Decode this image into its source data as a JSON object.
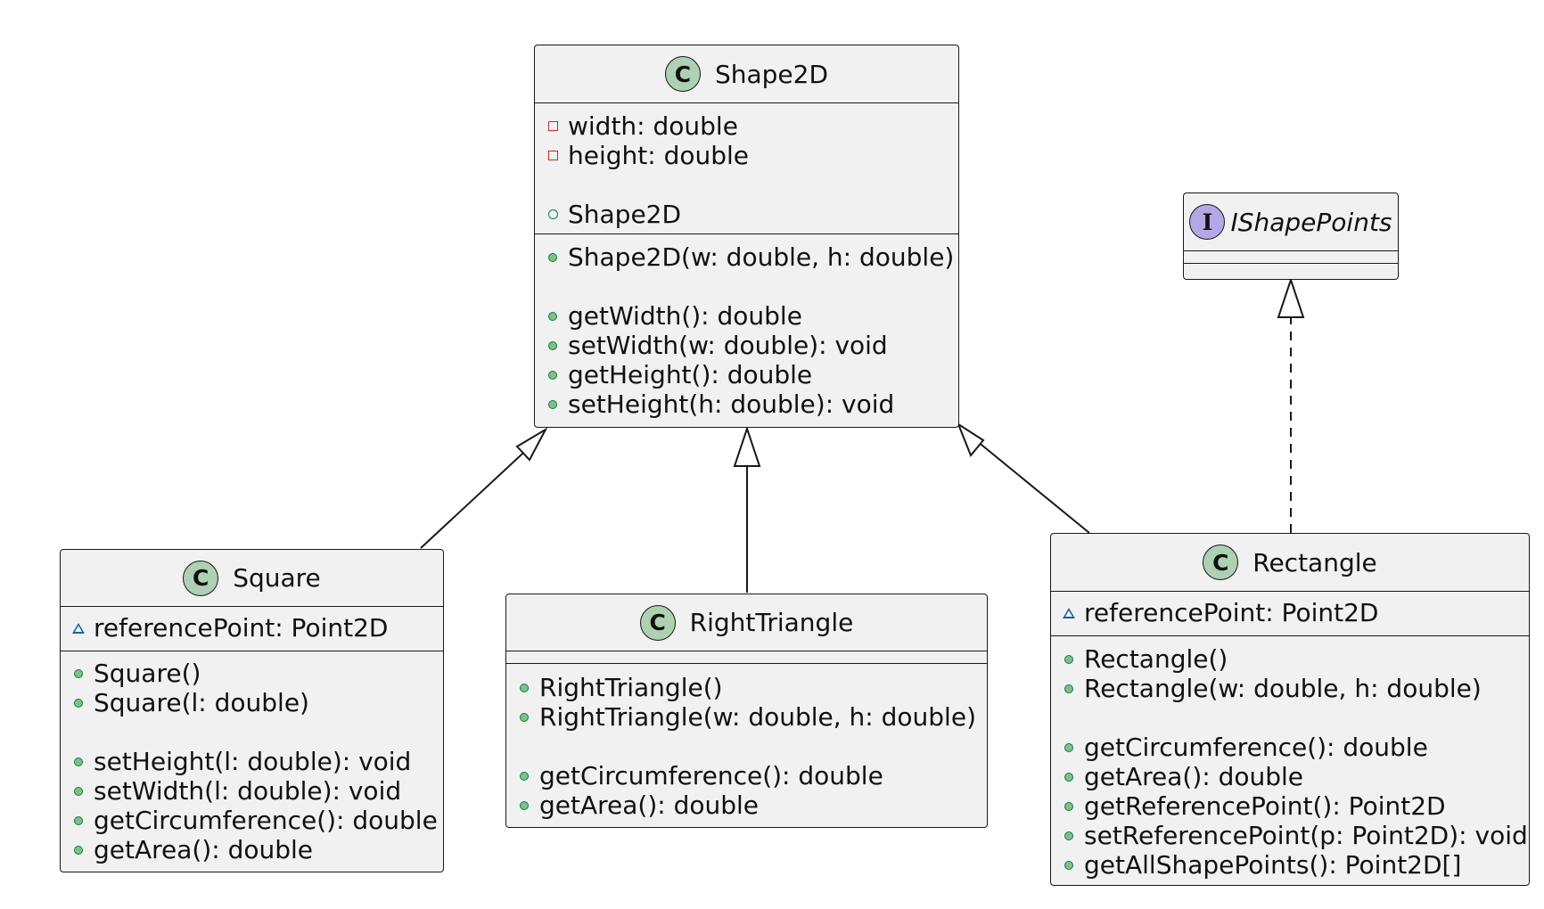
{
  "diagram": {
    "classes": {
      "shape2d": {
        "name": "Shape2D",
        "badge": "C",
        "fields": [
          {
            "vis": "private",
            "text": "width: double"
          },
          {
            "vis": "private",
            "text": "height: double"
          },
          {
            "vis": "gap",
            "text": ""
          },
          {
            "vis": "public-open",
            "text": "Shape2D"
          }
        ],
        "methods": [
          {
            "vis": "public",
            "text": "Shape2D(w: double, h: double)"
          },
          {
            "vis": "gap",
            "text": ""
          },
          {
            "vis": "public",
            "text": "getWidth(): double"
          },
          {
            "vis": "public",
            "text": "setWidth(w: double): void"
          },
          {
            "vis": "public",
            "text": "getHeight(): double"
          },
          {
            "vis": "public",
            "text": "setHeight(h: double): void"
          }
        ]
      },
      "ishapepoints": {
        "name": "IShapePoints",
        "badge": "I",
        "fields": [],
        "methods": []
      },
      "square": {
        "name": "Square",
        "badge": "C",
        "fields": [
          {
            "vis": "package",
            "text": "referencePoint: Point2D"
          }
        ],
        "methods": [
          {
            "vis": "public",
            "text": "Square()"
          },
          {
            "vis": "public",
            "text": "Square(l: double)"
          },
          {
            "vis": "gap",
            "text": ""
          },
          {
            "vis": "public",
            "text": "setHeight(l: double): void"
          },
          {
            "vis": "public",
            "text": "setWidth(l: double): void"
          },
          {
            "vis": "public",
            "text": "getCircumference(): double"
          },
          {
            "vis": "public",
            "text": "getArea(): double"
          }
        ]
      },
      "righttriangle": {
        "name": "RightTriangle",
        "badge": "C",
        "fields": [],
        "methods": [
          {
            "vis": "public",
            "text": "RightTriangle()"
          },
          {
            "vis": "public",
            "text": "RightTriangle(w: double, h: double)"
          },
          {
            "vis": "gap",
            "text": ""
          },
          {
            "vis": "public",
            "text": "getCircumference(): double"
          },
          {
            "vis": "public",
            "text": "getArea(): double"
          }
        ]
      },
      "rectangle": {
        "name": "Rectangle",
        "badge": "C",
        "fields": [
          {
            "vis": "package",
            "text": "referencePoint: Point2D"
          }
        ],
        "methods": [
          {
            "vis": "public",
            "text": "Rectangle()"
          },
          {
            "vis": "public",
            "text": "Rectangle(w: double, h: double)"
          },
          {
            "vis": "gap",
            "text": ""
          },
          {
            "vis": "public",
            "text": "getCircumference(): double"
          },
          {
            "vis": "public",
            "text": "getArea(): double"
          },
          {
            "vis": "public",
            "text": "getReferencePoint(): Point2D"
          },
          {
            "vis": "public",
            "text": "setReferencePoint(p: Point2D): void"
          },
          {
            "vis": "public",
            "text": "getAllShapePoints(): Point2D[]"
          }
        ]
      }
    },
    "relations": [
      {
        "from": "Square",
        "to": "Shape2D",
        "kind": "extends"
      },
      {
        "from": "RightTriangle",
        "to": "Shape2D",
        "kind": "extends"
      },
      {
        "from": "Rectangle",
        "to": "Shape2D",
        "kind": "extends"
      },
      {
        "from": "Rectangle",
        "to": "IShapePoints",
        "kind": "implements"
      }
    ]
  }
}
